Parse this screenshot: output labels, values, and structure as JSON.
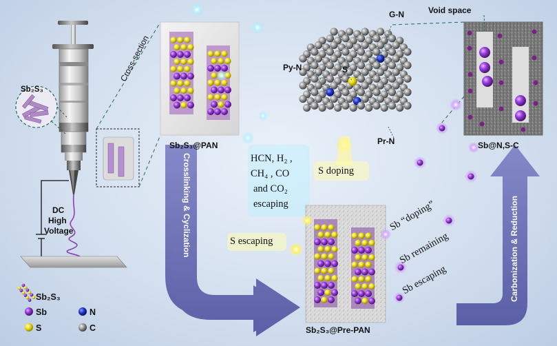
{
  "labels": {
    "sb2s3_fiber": "Sb₂S₃",
    "dc": "DC",
    "high": "High",
    "voltage": "Voltage",
    "cross_section": "Cross-section",
    "sb2s3_pan": "Sb₂S₃@PAN",
    "gases_line1": "HCN, H₂ ,",
    "gases_line2": "CH₄ , CO",
    "gases_line3": "and CO₂",
    "gases_line4": "escaping",
    "crosslinking": "Crosslinking & Cyclization",
    "s_doping": "S doping",
    "s_escaping": "S escaping",
    "sb2s3_prepan": "Sb₂S₃@Pre-PAN",
    "g_n": "G-N",
    "py_n": "Py-N",
    "s_atom": "S",
    "pr_n": "Pr-N",
    "void_space": "Void space",
    "sb_nsc": "Sb@N,S-C",
    "sb_doping": "Sb “doping”",
    "sb_remaining": "Sb remaining",
    "sb_escaping": "Sb escaping",
    "carbonization": "Carbonization & Reduction"
  },
  "legend": {
    "sb2s3": "Sb₂S₃",
    "sb": "Sb",
    "n": "N",
    "s": "S",
    "c": "C"
  },
  "colors": {
    "sb": "#8a2fd0",
    "s": "#f2e21a",
    "n": "#1c2fc0",
    "c": "#8c8c8c",
    "fiber": "#c9a0d8",
    "arrow": "#6b6fb5"
  }
}
